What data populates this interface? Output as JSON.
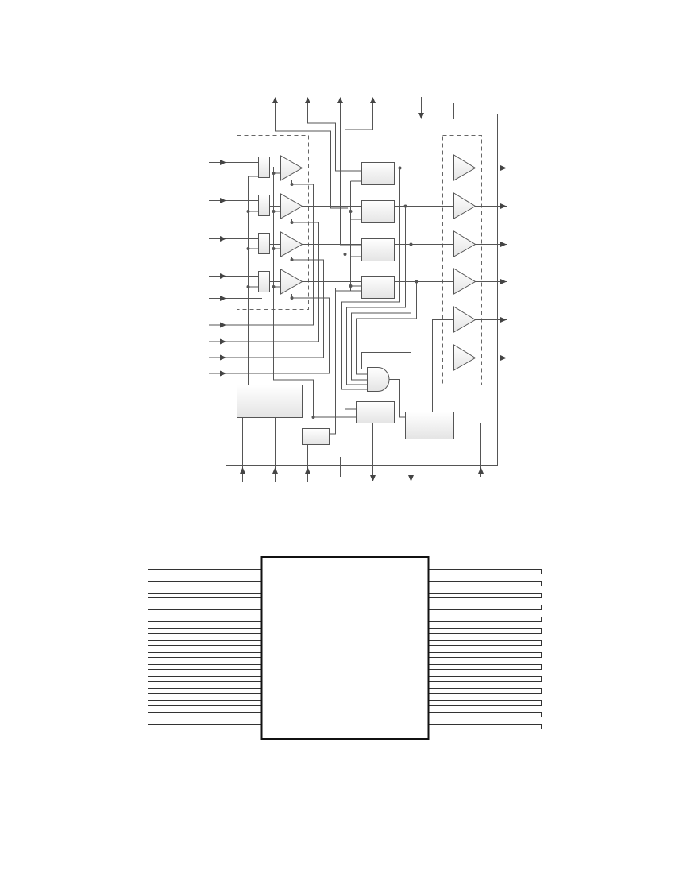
{
  "diagram": {
    "blocks": [
      {
        "name": "left-dashed-group"
      },
      {
        "name": "right-dashed-group"
      },
      {
        "name": "mux-block",
        "count": 4
      },
      {
        "name": "input-amplifier",
        "count": 4
      },
      {
        "name": "output-amplifier",
        "count": 6
      },
      {
        "name": "and-gate"
      },
      {
        "name": "control-block"
      },
      {
        "name": "small-block"
      },
      {
        "name": "small-block-2"
      },
      {
        "name": "large-right-block"
      }
    ],
    "labels": []
  },
  "package": {
    "left_pin_count": 14,
    "right_pin_count": 14,
    "pin_labels": []
  }
}
